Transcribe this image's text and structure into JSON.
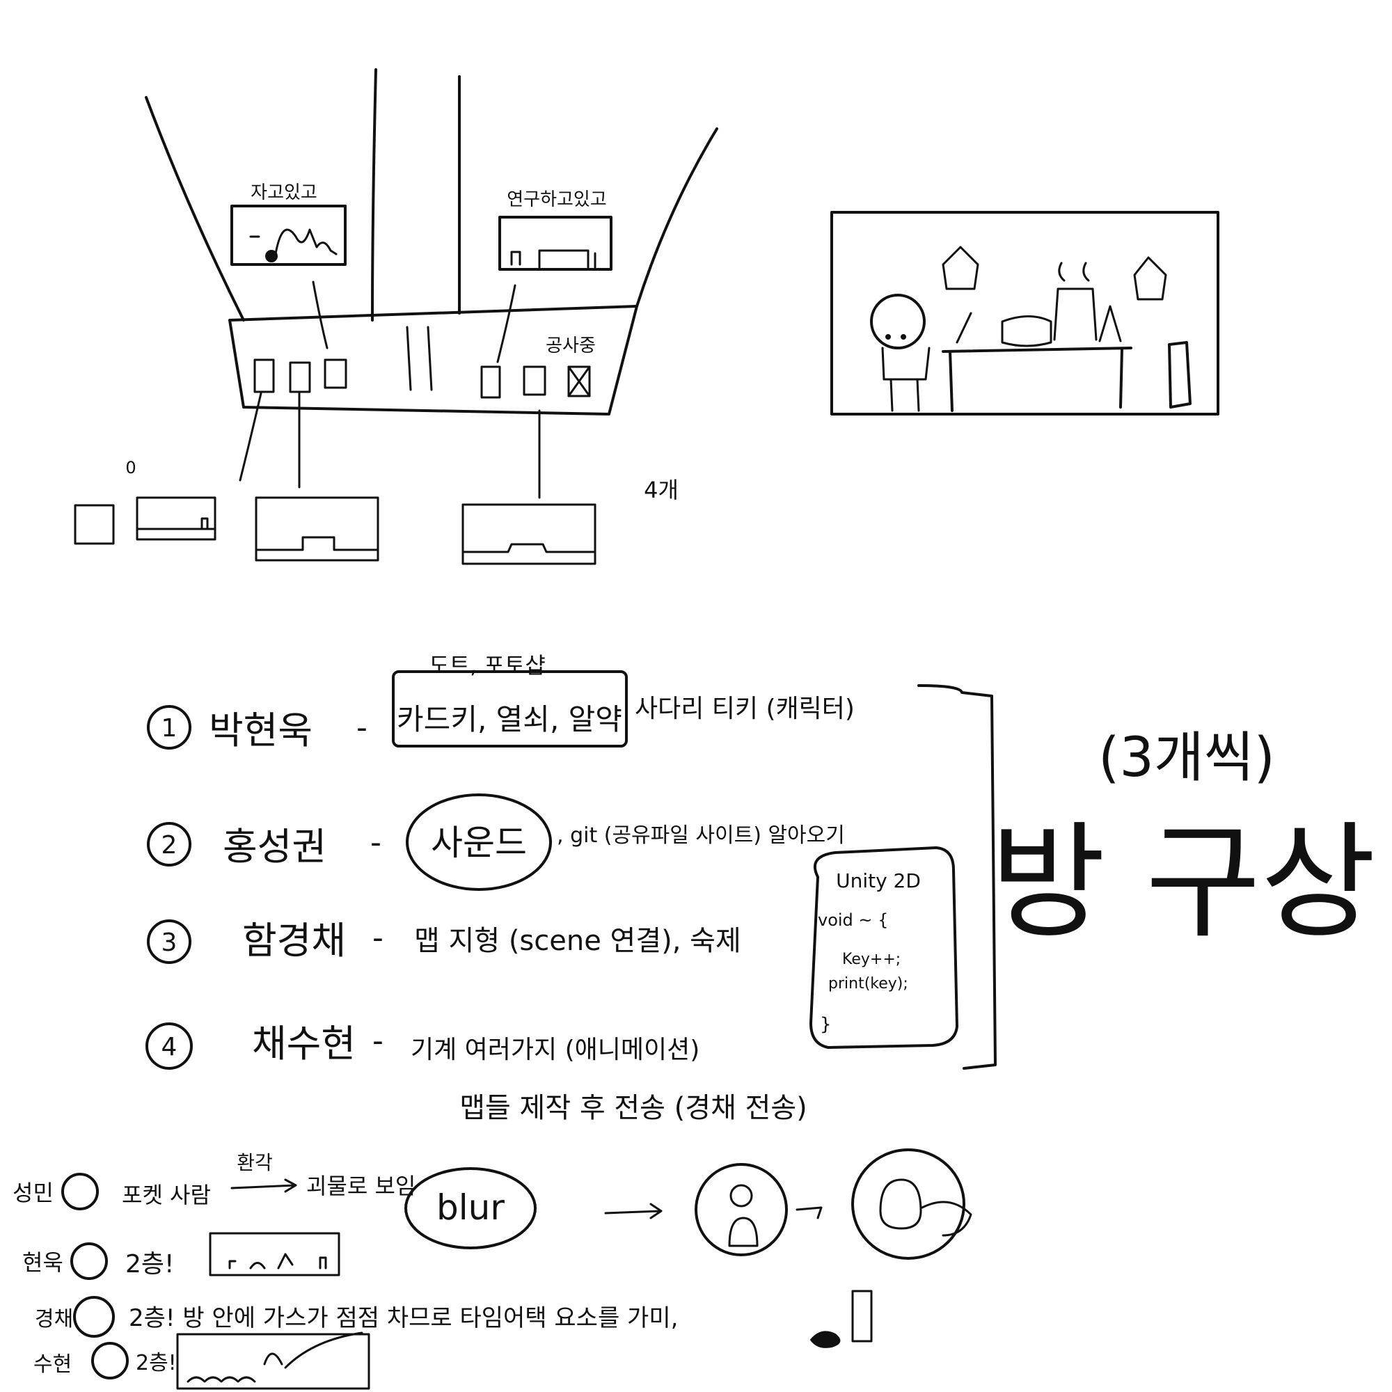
{
  "map_sketch": {
    "room_label_left": "자고있고",
    "room_label_right": "연구하고있고",
    "construction_label": "공사중",
    "count_note": "4개",
    "small_mark": "0"
  },
  "title": {
    "main": "방 구상",
    "sub": "(3개씩)"
  },
  "tools_note": "도트, 포토샵",
  "members": [
    {
      "num": "1",
      "name": "박현욱",
      "dash": "-",
      "task_boxed": "카드키, 열쇠, 알약",
      "task_rest": "사다리 티키 (캐릭터)"
    },
    {
      "num": "2",
      "name": "홍성권",
      "dash": "-",
      "task_boxed": "사운드",
      "task_rest": ", git (공유파일 사이트) 알아오기"
    },
    {
      "num": "3",
      "name": "함경채",
      "dash": "-",
      "task_boxed": "",
      "task_rest": "맵 지형 (scene 연결), 숙제"
    },
    {
      "num": "4",
      "name": "채수현",
      "dash": "-",
      "task_boxed": "",
      "task_rest": "기계 여러가지 (애니메이션)"
    }
  ],
  "code_note": {
    "title": "Unity 2D",
    "lines": [
      "void ~ {",
      "Key++;",
      "print(key);",
      "}"
    ]
  },
  "after_note": "맵들 제작 후 전송 (경채 전송)",
  "story": [
    {
      "who": "성민",
      "text": "포켓 사람",
      "arrow_note": "환각",
      "result": "괴물로 보임"
    },
    {
      "who": "현욱",
      "text": "2층!"
    },
    {
      "who": "경채",
      "text": "2층! 방 안에 가스가 점점 차므로 타임어택 요소를 가미,"
    },
    {
      "who": "수현",
      "text": "2층!"
    }
  ],
  "blur_label": "blur"
}
